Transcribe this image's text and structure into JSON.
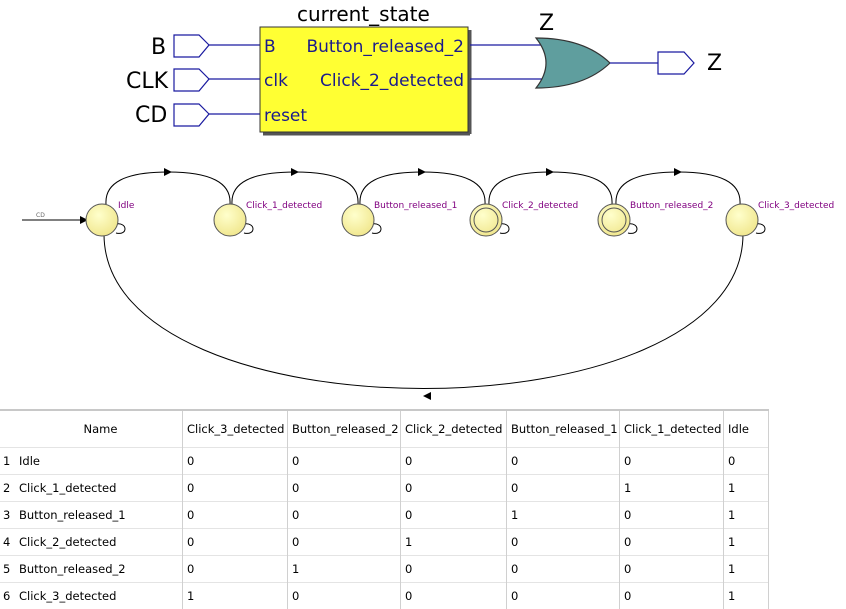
{
  "schematic": {
    "block_title": "current_state",
    "inputs": [
      {
        "pin": "B",
        "port": "B"
      },
      {
        "pin": "CLK",
        "port": "clk"
      },
      {
        "pin": "CD",
        "port": "reset"
      }
    ],
    "outputs": [
      "Button_released_2",
      "Click_2_detected"
    ],
    "gate_label": "Z",
    "output_pin": "Z",
    "colors": {
      "block_fill": "#ffff33",
      "gate_fill": "#5f9e9e",
      "wire": "#1a1aa0"
    }
  },
  "state_diagram": {
    "reset_label": "CD",
    "states": [
      {
        "name": "Idle",
        "accepting": false
      },
      {
        "name": "Click_1_detected",
        "accepting": false
      },
      {
        "name": "Button_released_1",
        "accepting": false
      },
      {
        "name": "Click_2_detected",
        "accepting": true
      },
      {
        "name": "Button_released_2",
        "accepting": true
      },
      {
        "name": "Click_3_detected",
        "accepting": false
      }
    ],
    "colors": {
      "state_fill": "#ffff99",
      "label": "#800080"
    }
  },
  "table": {
    "name_header": "Name",
    "columns": [
      "Click_3_detected",
      "Button_released_2",
      "Click_2_detected",
      "Button_released_1",
      "Click_1_detected",
      "Idle"
    ],
    "rows": [
      {
        "num": "1",
        "name": "Idle",
        "values": [
          "0",
          "0",
          "0",
          "0",
          "0",
          "0"
        ]
      },
      {
        "num": "2",
        "name": "Click_1_detected",
        "values": [
          "0",
          "0",
          "0",
          "0",
          "1",
          "1"
        ]
      },
      {
        "num": "3",
        "name": "Button_released_1",
        "values": [
          "0",
          "0",
          "0",
          "1",
          "0",
          "1"
        ]
      },
      {
        "num": "4",
        "name": "Click_2_detected",
        "values": [
          "0",
          "0",
          "1",
          "0",
          "0",
          "1"
        ]
      },
      {
        "num": "5",
        "name": "Button_released_2",
        "values": [
          "0",
          "1",
          "0",
          "0",
          "0",
          "1"
        ]
      },
      {
        "num": "6",
        "name": "Click_3_detected",
        "values": [
          "1",
          "0",
          "0",
          "0",
          "0",
          "1"
        ]
      }
    ]
  }
}
